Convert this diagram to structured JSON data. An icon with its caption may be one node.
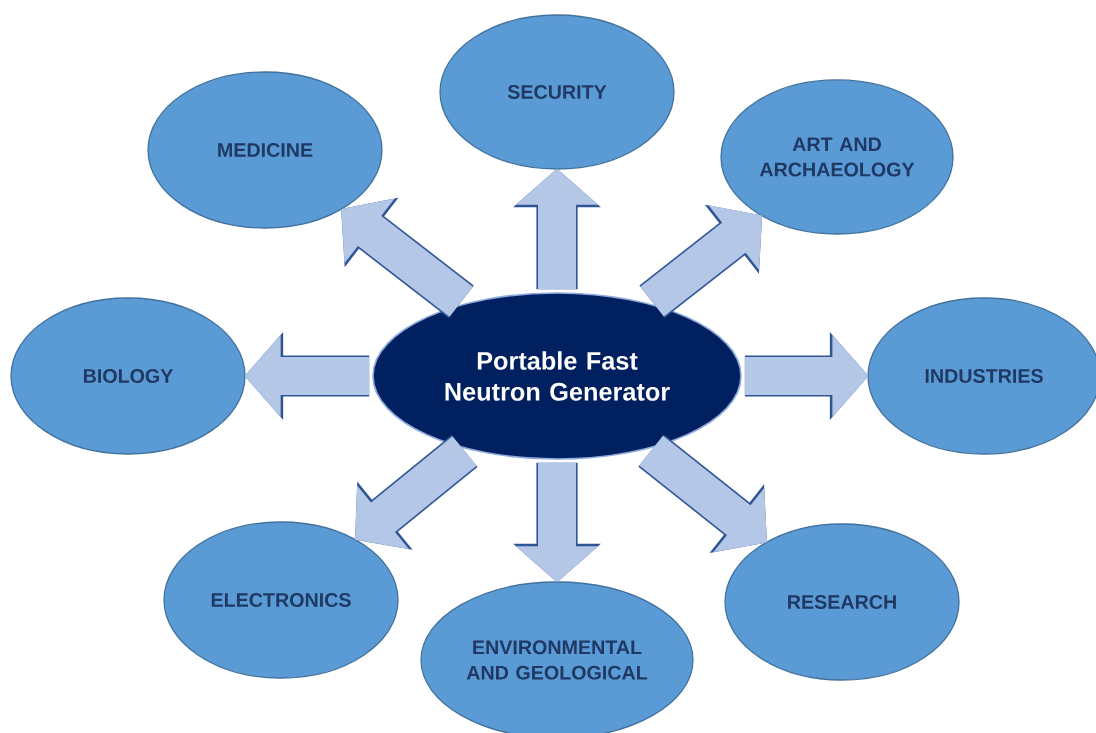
{
  "diagram": {
    "nodes": [
      {
        "text": [
          "Portable Fast Neutron Generator"
        ]
      },
      {
        "text": [
          "MEDICINE"
        ]
      },
      {
        "text": [
          "SECURITY"
        ]
      },
      {
        "text": [
          "ART AND ARCHAEOLOGY"
        ]
      },
      {
        "text": [
          "BIOLOGY"
        ]
      },
      {
        "text": [
          "INDUSTRIES"
        ]
      },
      {
        "text": [
          "ELECTRONICS"
        ]
      },
      {
        "text": [
          "ENVIRONMENTAL AND GEOLOGICAL"
        ]
      },
      {
        "text": [
          "RESEARCH"
        ]
      }
    ],
    "edges": [
      {
        "from": 0,
        "to": 1,
        "arrow": "to"
      },
      {
        "from": 0,
        "to": 2,
        "arrow": "to"
      },
      {
        "from": 0,
        "to": 3,
        "arrow": "to"
      },
      {
        "from": 0,
        "to": 4,
        "arrow": "to"
      },
      {
        "from": 0,
        "to": 5,
        "arrow": "to"
      },
      {
        "from": 0,
        "to": 6,
        "arrow": "to"
      },
      {
        "from": 0,
        "to": 7,
        "arrow": "to"
      },
      {
        "from": 0,
        "to": 8,
        "arrow": "to"
      }
    ]
  }
}
